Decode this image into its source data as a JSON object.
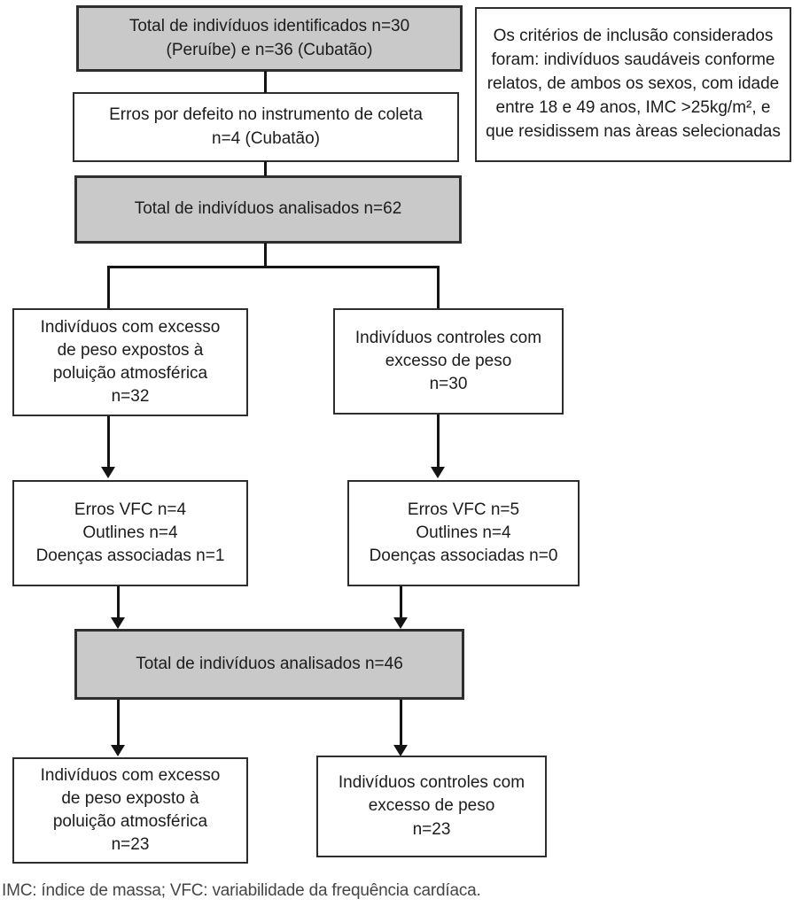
{
  "colors": {
    "gray_fill": "#c9c9c9",
    "border": "#2e2e2e",
    "line": "#141414",
    "text": "#1c1c1c",
    "footnote_text": "#454545"
  },
  "boxes": {
    "total_identified": {
      "lines": [
        "Total de indivíduos identificados n=30",
        "(Peruíbe) e n=36 (Cubatão)"
      ]
    },
    "inclusion_criteria": {
      "lines": [
        "Os critérios de inclusão considerados",
        "foram: indivíduos saudáveis conforme",
        "relatos, de ambos os sexos, com idade",
        "entre 18 e 49 anos, IMC >25kg/m², e",
        "que residissem nas àreas selecionadas"
      ]
    },
    "collection_errors": {
      "lines": [
        "Erros por defeito no instrumento de coleta",
        "n=4 (Cubatão)"
      ]
    },
    "total_analyzed_62": {
      "lines": [
        "Total de indivíduos analisados n=62"
      ]
    },
    "exposed_group": {
      "lines": [
        "Indivíduos com excesso",
        "de peso expostos à",
        "poluição atmosférica",
        "n=32"
      ]
    },
    "control_group": {
      "lines": [
        "Indivíduos controles com",
        "excesso de peso",
        "n=30"
      ]
    },
    "exposed_exclusions": {
      "lines": [
        "Erros VFC n=4",
        "Outlines n=4",
        "Doenças associadas n=1"
      ]
    },
    "control_exclusions": {
      "lines": [
        "Erros VFC n=5",
        "Outlines n=4",
        "Doenças associadas n=0"
      ]
    },
    "total_analyzed_46": {
      "lines": [
        "Total de indivíduos analisados n=46"
      ]
    },
    "exposed_final": {
      "lines": [
        "Indivíduos com excesso",
        "de peso exposto à",
        "poluição atmosférica",
        "n=23"
      ]
    },
    "control_final": {
      "lines": [
        "Indivíduos controles com",
        "excesso de peso",
        "n=23"
      ]
    }
  },
  "footnote": "IMC: índice de massa; VFC: variabilidade da frequência cardíaca."
}
